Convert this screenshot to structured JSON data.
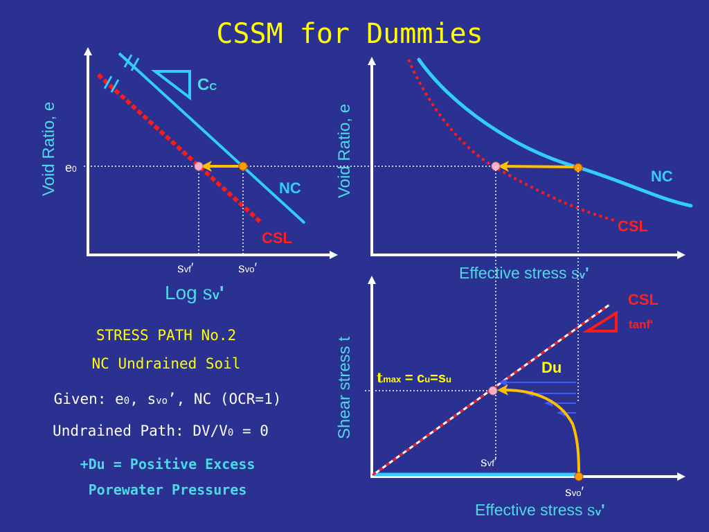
{
  "title": "CSSM for Dummies",
  "colors": {
    "background": "#2b3190",
    "title": "#ffff00",
    "axis": "#ffffff",
    "nc_line": "#33ccff",
    "csl_line": "#ff1a1a",
    "path_arrow": "#ffc000",
    "label_cyan": "#4dd9e6",
    "label_red": "#ff2020",
    "label_yellow": "#ffff00",
    "current_marker": "#ff9900",
    "final_marker": "#ffb0c8",
    "du_arrow": "#3d5cff"
  },
  "top_left": {
    "ylabel": "Void Ratio, e",
    "e0": "e",
    "e0_sub": "0",
    "cc": "C",
    "cc_sub": "C",
    "nc": "NC",
    "csl": "CSL",
    "svf": "s",
    "svf_sub": "vf",
    "svo": "s",
    "svo_sub": "vo",
    "prime": "′",
    "xlabel_prefix": "Log ",
    "xlabel_sigma": "s",
    "xlabel_sub": "v",
    "xlabel_prime": "'"
  },
  "top_right": {
    "ylabel": "Void Ratio, e",
    "nc": "NC",
    "csl": "CSL",
    "xlabel_prefix": "Effective stress ",
    "xlabel_sigma": "s",
    "xlabel_sub": "v",
    "xlabel_prime": "'"
  },
  "bottom_right": {
    "ylabel": "Shear stress t",
    "csl": "CSL",
    "tan": "tanf'",
    "du": "Du",
    "tmax": "t",
    "tmax_sub": "max",
    "tmax_eq": " = c",
    "cu_sub": "u",
    "su_eq": "=s",
    "su_sub": "u",
    "svf": "s",
    "svf_sub": "vf",
    "svo": "s",
    "svo_sub": "vo",
    "prime": "′",
    "xlabel_prefix": "Effective stress ",
    "xlabel_sigma": "s",
    "xlabel_sub": "v",
    "xlabel_prime": "'"
  },
  "text_block": {
    "line1": "STRESS PATH No.2",
    "line2": "NC Undrained Soil",
    "line3_a": "Given: e",
    "line3_sub": "0",
    "line3_b": ", s",
    "line3_sub2": "vo",
    "line3_c": "’, NC (OCR=1)",
    "line4_a": "Undrained Path: DV/V",
    "line4_sub": "0",
    "line4_b": " = 0",
    "line5": "+Du = Positive Excess",
    "line6": "Porewater Pressures"
  }
}
